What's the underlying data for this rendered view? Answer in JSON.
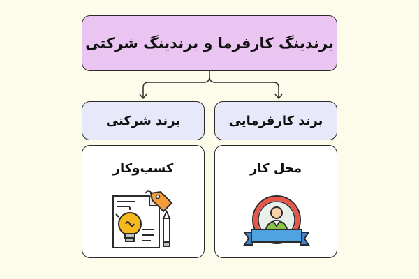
{
  "diagram": {
    "title": "برندینگ کارفرما و برندینگ شرکتی",
    "branches": [
      {
        "label": "برند شرکتی",
        "card_title": "کسب‌وکار",
        "icon": "business-idea-icon"
      },
      {
        "label": "برند کارفرمایی",
        "card_title": "محل کار",
        "icon": "employee-badge-icon"
      }
    ]
  },
  "colors": {
    "background": "#fdfbe9",
    "title_box": "#ebc5f2",
    "branch_box": "#e8e8fb",
    "card": "#ffffff",
    "outline": "#2b2b2b"
  }
}
